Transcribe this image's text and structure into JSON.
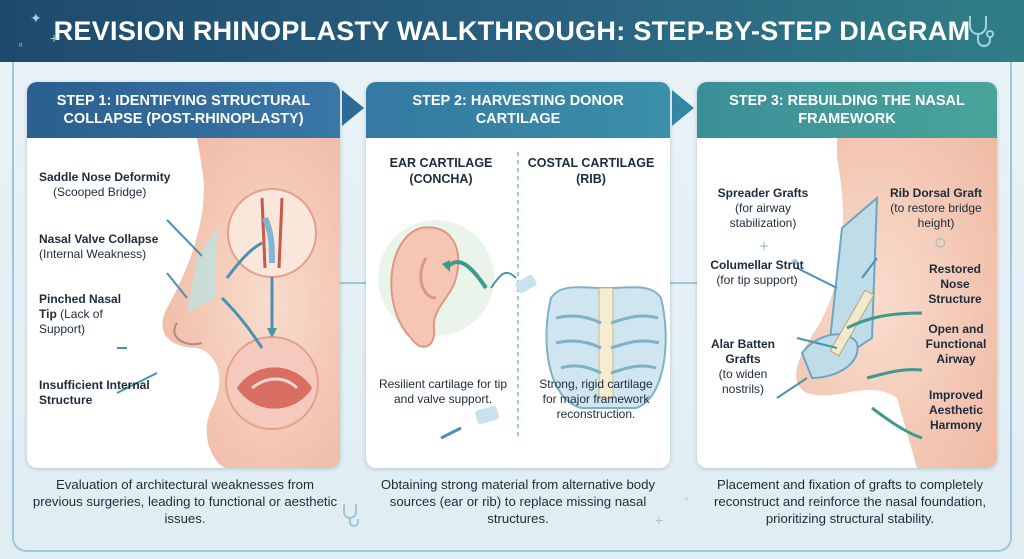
{
  "title": "REVISION RHINOPLASTY WALKTHROUGH: STEP-BY-STEP DIAGRAM",
  "steps": [
    {
      "heading": "STEP 1: IDENTIFYING STRUCTURAL COLLAPSE (POST-RHINOPLASTY)",
      "labels": [
        {
          "title": "Saddle Nose Deformity",
          "sub": "(Scooped Bridge)"
        },
        {
          "title": "Nasal Valve Collapse",
          "sub": "(Internal Weakness)"
        },
        {
          "title": "Pinched Nasal Tip",
          "sub": "(Lack of Support)"
        },
        {
          "title": "Insufficient Internal Structure",
          "sub": ""
        }
      ],
      "caption": "Evaluation of architectural weaknesses from previous surgeries, leading to functional or aesthetic issues."
    },
    {
      "heading": "STEP 2: HARVESTING DONOR CARTILAGE",
      "sources": [
        {
          "title": "EAR CARTILAGE (CONCHA)",
          "desc": "Resilient cartilage for tip and valve support."
        },
        {
          "title": "COSTAL CARTILAGE (RIB)",
          "desc": "Strong, rigid cartilage for major framework reconstruction."
        }
      ],
      "caption": "Obtaining strong material from alternative body sources (ear or rib) to replace missing nasal structures."
    },
    {
      "heading": "STEP 3: REBUILDING THE NASAL FRAMEWORK",
      "grafts": [
        {
          "title": "Spreader Grafts",
          "sub": "(for airway stabilization)"
        },
        {
          "title": "Columellar Strut",
          "sub": "(for tip support)"
        },
        {
          "title": "Alar Batten Grafts",
          "sub": "(to widen nostrils)"
        },
        {
          "title": "Rib Dorsal Graft",
          "sub": "(to restore bridge height)"
        }
      ],
      "outcomes": [
        "Restored Nose Structure",
        "Open and Functional Airway",
        "Improved Aesthetic Harmony"
      ],
      "caption": "Placement and fixation of grafts to completely reconstruct and reinforce the nasal foundation, prioritizing structural stability."
    }
  ],
  "colors": {
    "banner": "#1e4a6e",
    "accent": "#3a8f97",
    "arrow": "#3f8aa8",
    "skin": "#f6d2bf",
    "cartilage": "#bcdde6"
  }
}
